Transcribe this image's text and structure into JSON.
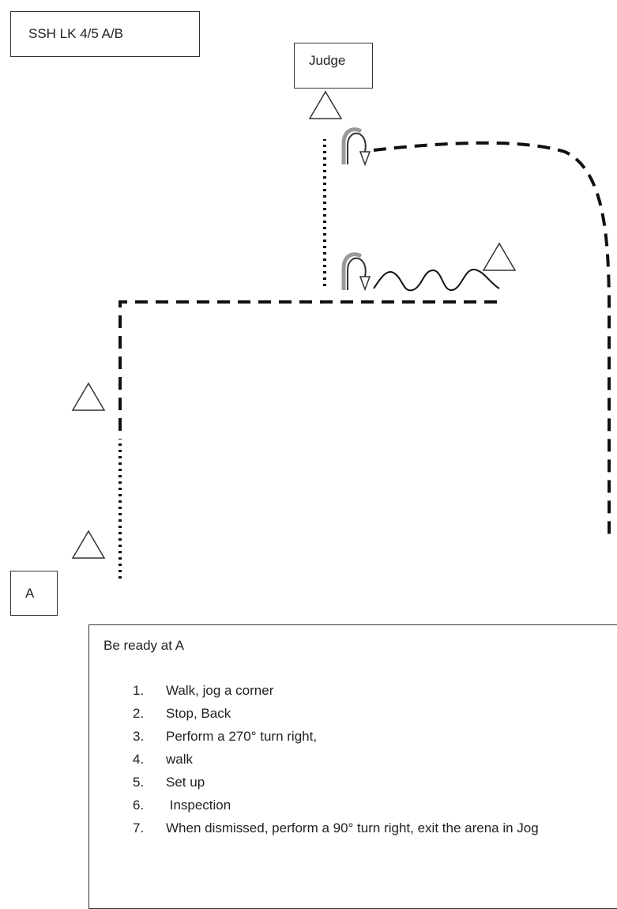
{
  "labels": {
    "title": "SSH LK 4/5 A/B",
    "judge": "Judge",
    "start": "A"
  },
  "instructions": {
    "intro": "Be ready at A",
    "steps": [
      {
        "number": "1.",
        "text": "Walk, jog a corner"
      },
      {
        "number": "2.",
        "text": "Stop, Back"
      },
      {
        "number": "3.",
        "text": "Perform a 270° turn right,"
      },
      {
        "number": "4.",
        "text": "walk"
      },
      {
        "number": "5.",
        "text": "Set up"
      },
      {
        "number": "6.",
        "text": " Inspection"
      },
      {
        "number": "7.",
        "text": "When dismissed, perform a 90° turn right, exit the arena in Jog"
      }
    ]
  },
  "icons": [
    "cone-icon",
    "turn-arrow-icon",
    "serpentine-path",
    "dotted-path",
    "dashed-path"
  ]
}
